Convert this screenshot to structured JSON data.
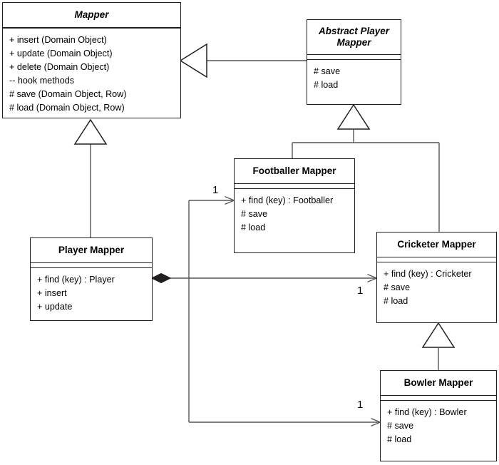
{
  "diagram": {
    "type": "uml-class-diagram",
    "background": "#ffffff",
    "line_color": "#555555",
    "border_color": "#231f20"
  },
  "classes": {
    "mapper": {
      "name": "Mapper",
      "abstract": true,
      "operations": [
        "+ insert (Domain Object)",
        "+ update (Domain Object)",
        "+ delete (Domain Object)",
        "-- hook methods",
        "# save (Domain Object, Row)",
        "# load (Domain Object, Row)"
      ]
    },
    "abstract_player_mapper": {
      "name": "Abstract Player Mapper",
      "name_line_1": "Abstract Player",
      "name_line_2": "Mapper",
      "abstract": true,
      "operations": [
        "# save",
        "# load"
      ]
    },
    "footballer_mapper": {
      "name": "Footballer Mapper",
      "abstract": false,
      "operations": [
        "+ find (key) : Footballer",
        "# save",
        "# load"
      ]
    },
    "player_mapper": {
      "name": "Player Mapper",
      "abstract": false,
      "operations": [
        "+ find (key) : Player",
        "+ insert",
        "+ update"
      ]
    },
    "cricketer_mapper": {
      "name": "Cricketer Mapper",
      "abstract": false,
      "operations": [
        "+ find (key) : Cricketer",
        "# save",
        "# load"
      ]
    },
    "bowler_mapper": {
      "name": "Bowler Mapper",
      "abstract": false,
      "operations": [
        "+ find (key) : Bowler",
        "# save",
        "# load"
      ]
    }
  },
  "multiplicities": {
    "to_footballer": "1",
    "to_cricketer": "1",
    "to_bowler": "1"
  }
}
